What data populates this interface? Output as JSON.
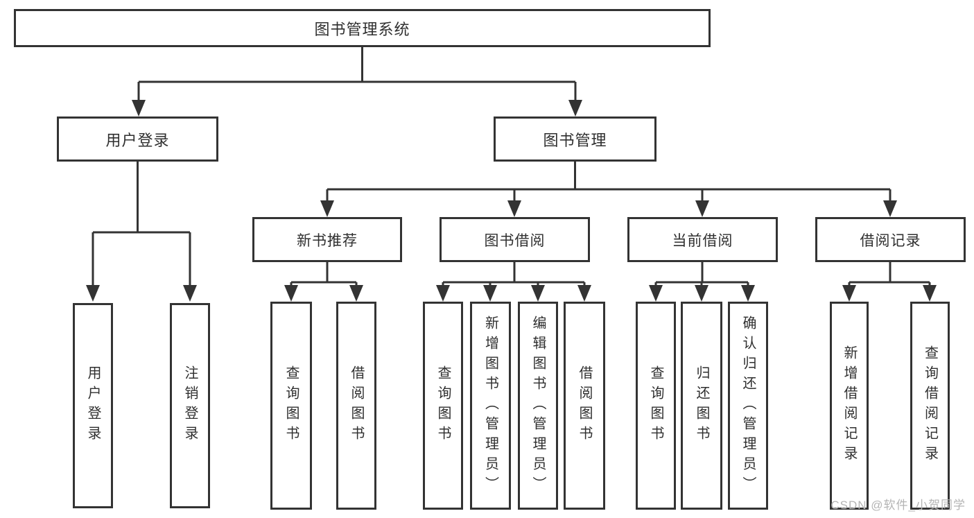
{
  "diagram": {
    "root": {
      "label": "图书管理系统"
    },
    "level1": [
      {
        "label": "用户登录"
      },
      {
        "label": "图书管理"
      }
    ],
    "user_children": [
      {
        "label": "用户登录"
      },
      {
        "label": "注销登录"
      }
    ],
    "level2": [
      {
        "label": "新书推荐"
      },
      {
        "label": "图书借阅"
      },
      {
        "label": "当前借阅"
      },
      {
        "label": "借阅记录"
      }
    ],
    "newbook_children": [
      {
        "label": "查询图书"
      },
      {
        "label": "借阅图书"
      }
    ],
    "borrow_children": [
      {
        "label": "查询图书"
      },
      {
        "label": "新增图书（管理员）"
      },
      {
        "label": "编辑图书（管理员）"
      },
      {
        "label": "借阅图书"
      }
    ],
    "current_children": [
      {
        "label": "查询图书"
      },
      {
        "label": "归还图书"
      },
      {
        "label": "确认归还（管理员）"
      }
    ],
    "record_children": [
      {
        "label": "新增借阅记录"
      },
      {
        "label": "查询借阅记录"
      }
    ]
  },
  "watermark": {
    "text": "CSDN @软件_小贺同学"
  },
  "colors": {
    "line": "#333333",
    "text": "#2f2f2f",
    "background": "#ffffff",
    "watermark": "#b4b4b4"
  }
}
